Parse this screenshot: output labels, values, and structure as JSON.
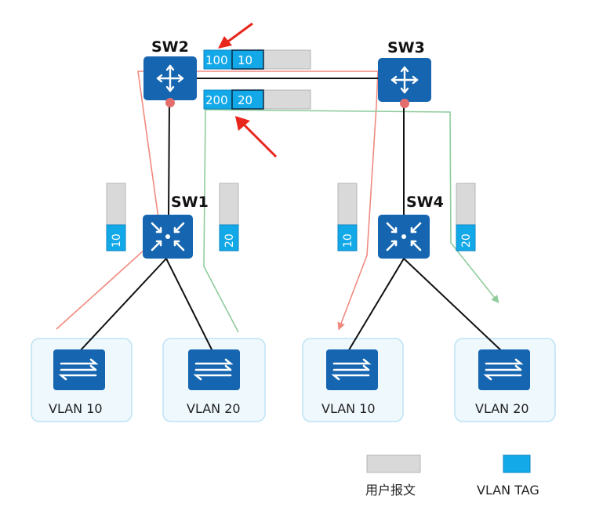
{
  "switches": {
    "sw1": "SW1",
    "sw2": "SW2",
    "sw3": "SW3",
    "sw4": "SW4"
  },
  "hosts": {
    "h1": "VLAN 10",
    "h2": "VLAN 20",
    "h3": "VLAN 10",
    "h4": "VLAN 20"
  },
  "frames": {
    "top1": {
      "outer_tag": "100",
      "inner_tag": "10"
    },
    "top2": {
      "outer_tag": "200",
      "inner_tag": "20"
    },
    "sw1_left": "10",
    "sw1_right": "20",
    "sw4_left": "10",
    "sw4_right": "20"
  },
  "legend": {
    "user_packet": "用户报文",
    "vlan_tag": "VLAN TAG"
  },
  "colors": {
    "device_blue": "#1565b0",
    "tag_blue": "#13a9e8",
    "packet_gray": "#d9d9d9",
    "vlan10_path": "#f08a80",
    "vlan20_path": "#8fcc9c",
    "arrow_red": "#e8261c",
    "port_dot": "#e46d6d",
    "host_box_bg": "#eef8fd",
    "host_box_border": "#bfe3f4"
  },
  "icons": {
    "core_switch": "router-arrows-icon",
    "access_switch": "converge-arrows-icon",
    "host": "exchange-arrows-icon"
  }
}
